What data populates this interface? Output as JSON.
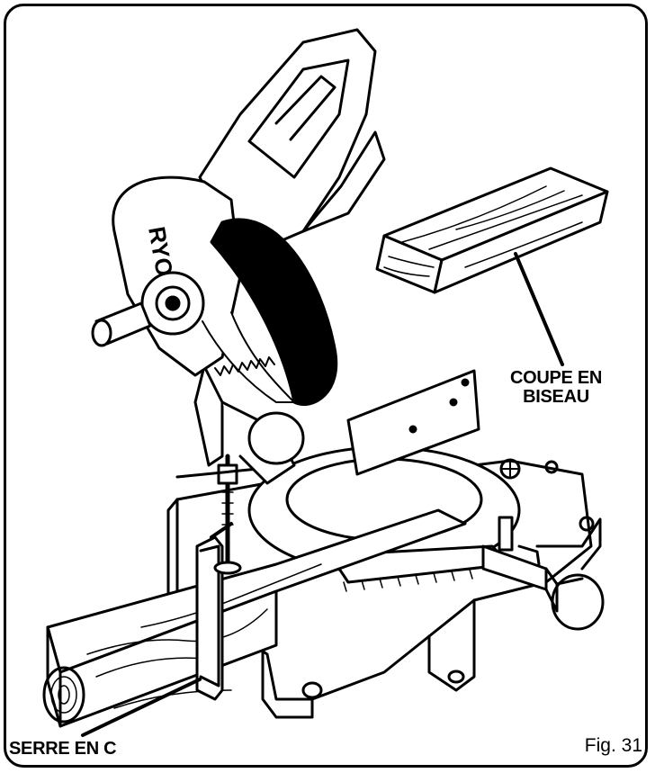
{
  "labels": {
    "bevel_line1": "COUPE EN",
    "bevel_line2": "BISEAU",
    "clamp": "SERRE EN C",
    "figure": "Fig. 31"
  },
  "logo_text": "RYOBI",
  "colors": {
    "ink": "#000000",
    "paper": "#ffffff"
  }
}
